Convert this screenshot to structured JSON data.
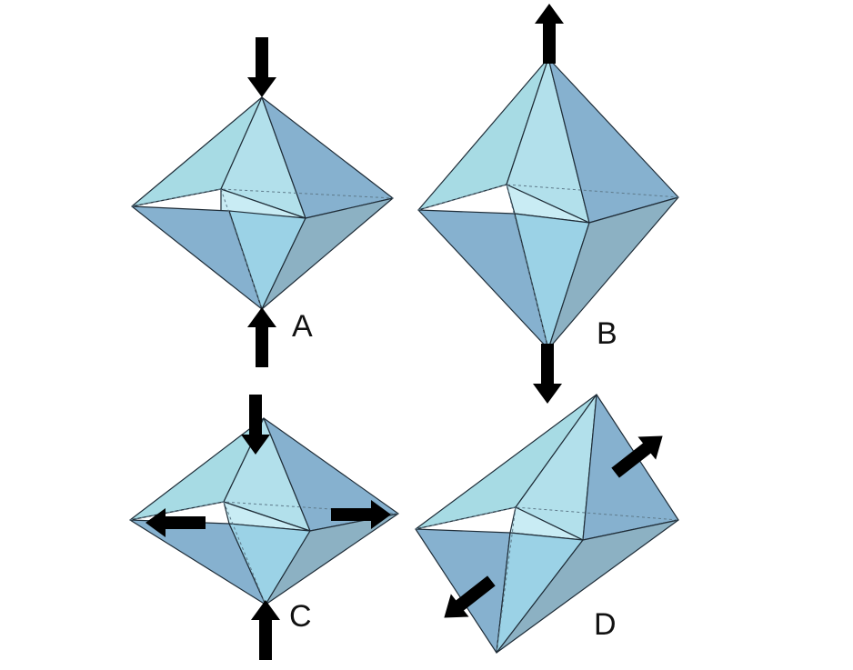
{
  "colors": {
    "face_light": "#a7dbe4",
    "face_mid": "#9fcfe0",
    "face_dark": "#86b1cf",
    "face_shadow": "#8cb1c3",
    "face_front": "#9bd2e6",
    "face_band": "#c9ecf4",
    "arrow_fill": "#3aa044",
    "arrow_stroke": "#8a1f5c"
  },
  "panels": [
    {
      "id": "A",
      "label": "A"
    },
    {
      "id": "B",
      "label": "B"
    },
    {
      "id": "C",
      "label": "C"
    },
    {
      "id": "D",
      "label": "D"
    }
  ]
}
